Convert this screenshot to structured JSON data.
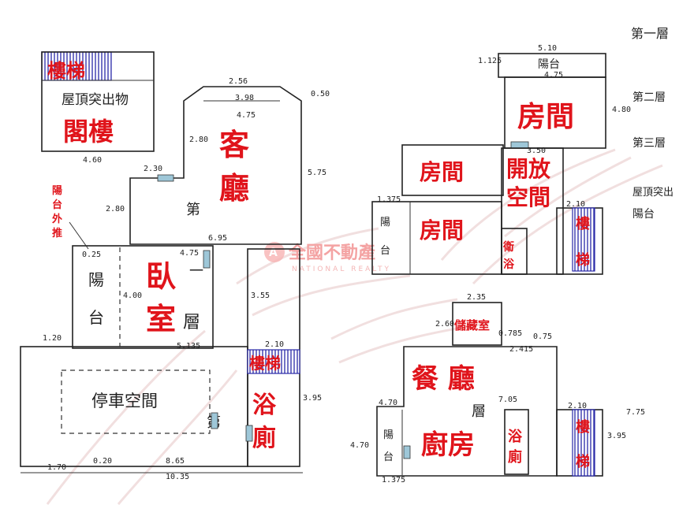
{
  "floor_labels": {
    "first": "第一層",
    "second": "第二層",
    "third": "第三層",
    "roof_protrusion": "屋頂突出",
    "balcony": "陽台"
  },
  "left_plan": {
    "stairs_top": "樓梯",
    "roof_structure": "屋頂突出物",
    "attic": "閣樓",
    "living_room": "客廳",
    "bedroom": "臥室",
    "balcony": "陽台",
    "parking": "停車空間",
    "stairs": "樓梯",
    "bathroom": "浴廁",
    "floor_mark_1": "第",
    "floor_mark_2": "一層",
    "floor_mark_3": "層",
    "balcony_note": "陽台外推"
  },
  "right_plan": {
    "balcony_top": "陽台",
    "room_top": "房間",
    "room_mid": "房間",
    "open_space": "開放空間",
    "room_low": "房間",
    "bath_small": "衛浴",
    "stairs_mid": "樓梯",
    "balcony_mid": "陽台",
    "storage": "儲藏室",
    "dining": "餐  廳",
    "kitchen": "廚房",
    "bath_low": "浴廁",
    "stairs_low": "樓梯",
    "balcony_low": "陽台",
    "floor_mark": "層"
  },
  "dimensions": {
    "d_256": "2.56",
    "d_398": "3.98",
    "d_050": "0.50",
    "d_475": "4.75",
    "d_280a": "2.80",
    "d_230": "2.30",
    "d_575": "5.75",
    "d_280b": "2.80",
    "d_695": "6.95",
    "d_475b": "4.75",
    "d_1025": "0.25",
    "d_400": "4.00",
    "d_120": "1.20",
    "d_5135": "5.135",
    "d_210": "2.10",
    "d_355": "3.55",
    "d_395": "3.95",
    "d_170": "1.70",
    "d_320": "0.20",
    "d_865": "8.65",
    "d_1035": "10.35",
    "d_460": "4.60",
    "r_510": "5.10",
    "r_125": "1.125",
    "r_475": "4.75",
    "r_480": "4.80",
    "r_350": "3.50",
    "r_210a": "2.10",
    "r_375": "1.375",
    "r_233": "2.35",
    "r_260": "2.60",
    "r_085": "0.785",
    "r_075": "0.75",
    "r_2415": "2.415",
    "r_705": "7.05",
    "r_210b": "2.10",
    "r_775": "7.75",
    "r_395": "3.95",
    "r_470": "4.70",
    "r_1375": "1.375",
    "r_470b": "4.70"
  },
  "watermark": {
    "brand": "全國不動產",
    "sub": "NATIONAL REALTY"
  }
}
